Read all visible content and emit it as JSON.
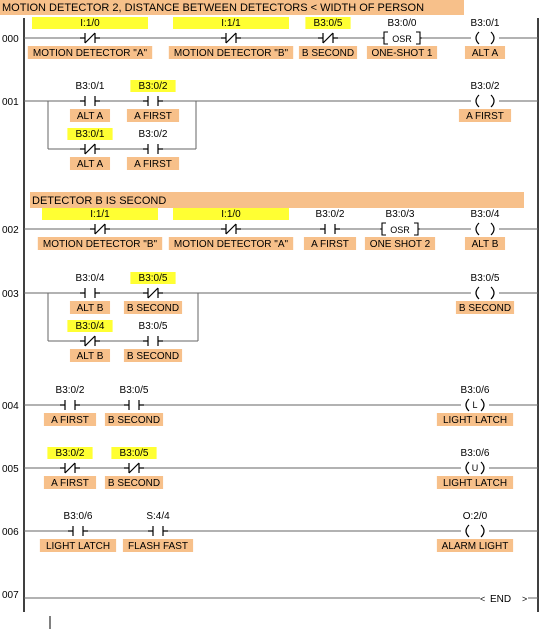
{
  "title": "MOTION DETECTOR 2,  DISTANCE BETWEEN DETECTORS < WIDTH OF PERSON",
  "section_b": "DETECTOR B IS SECOND",
  "end": "END",
  "osr": "OSR",
  "colors": {
    "label_bg": "#f7c08a",
    "address_highlight": "#ffff33",
    "rail": "#000000",
    "rung_line": "#666666"
  },
  "rungs": [
    {
      "num": "000",
      "elements": [
        {
          "type": "nc",
          "addr": "I:1/0",
          "label": "MOTION DETECTOR \"A\"",
          "hl": true
        },
        {
          "type": "nc",
          "addr": "I:1/1",
          "label": "MOTION DETECTOR \"B\"",
          "hl": true
        },
        {
          "type": "nc",
          "addr": "B3:0/5",
          "label": "B SECOND",
          "hl": true
        },
        {
          "type": "osr",
          "addr": "B3:0/0",
          "label": "ONE-SHOT 1",
          "hl": false
        },
        {
          "type": "coil",
          "addr": "B3:0/1",
          "label": "ALT A",
          "hl": false
        }
      ]
    },
    {
      "num": "001",
      "elements": [
        {
          "type": "no",
          "addr": "B3:0/1",
          "label": "ALT A",
          "hl": false
        },
        {
          "type": "no",
          "addr": "B3:0/2",
          "label": "A FIRST",
          "hl": true
        },
        {
          "type": "nc",
          "addr": "B3:0/1",
          "label": "ALT A",
          "hl": true,
          "branch": true
        },
        {
          "type": "no",
          "addr": "B3:0/2",
          "label": "A FIRST",
          "hl": false,
          "branch": true
        },
        {
          "type": "coil",
          "addr": "B3:0/2",
          "label": "A FIRST",
          "hl": false
        }
      ]
    },
    {
      "num": "002",
      "elements": [
        {
          "type": "nc",
          "addr": "I:1/1",
          "label": "MOTION DETECTOR \"B\"",
          "hl": true
        },
        {
          "type": "nc",
          "addr": "I:1/0",
          "label": "MOTION DETECTOR \"A\"",
          "hl": true
        },
        {
          "type": "no",
          "addr": "B3:0/2",
          "label": "A FIRST",
          "hl": false
        },
        {
          "type": "osr",
          "addr": "B3:0/3",
          "label": "ONE SHOT 2",
          "hl": false
        },
        {
          "type": "coil",
          "addr": "B3:0/4",
          "label": "ALT B",
          "hl": false
        }
      ]
    },
    {
      "num": "003",
      "elements": [
        {
          "type": "no",
          "addr": "B3:0/4",
          "label": "ALT B",
          "hl": false
        },
        {
          "type": "nc",
          "addr": "B3:0/5",
          "label": "B SECOND",
          "hl": true
        },
        {
          "type": "nc",
          "addr": "B3:0/4",
          "label": "ALT B",
          "hl": true,
          "branch": true
        },
        {
          "type": "no",
          "addr": "B3:0/5",
          "label": "B SECOND",
          "hl": false,
          "branch": true
        },
        {
          "type": "coil",
          "addr": "B3:0/5",
          "label": "B SECOND",
          "hl": false
        }
      ]
    },
    {
      "num": "004",
      "elements": [
        {
          "type": "no",
          "addr": "B3:0/2",
          "label": "A FIRST",
          "hl": false
        },
        {
          "type": "no",
          "addr": "B3:0/5",
          "label": "B SECOND",
          "hl": false
        },
        {
          "type": "latch",
          "addr": "B3:0/6",
          "label": "LIGHT LATCH",
          "hl": false,
          "letter": "L"
        }
      ]
    },
    {
      "num": "005",
      "elements": [
        {
          "type": "nc",
          "addr": "B3:0/2",
          "label": "A FIRST",
          "hl": true
        },
        {
          "type": "nc",
          "addr": "B3:0/5",
          "label": "B SECOND",
          "hl": true
        },
        {
          "type": "latch",
          "addr": "B3:0/6",
          "label": "LIGHT LATCH",
          "hl": false,
          "letter": "U"
        }
      ]
    },
    {
      "num": "006",
      "elements": [
        {
          "type": "no",
          "addr": "B3:0/6",
          "label": "LIGHT LATCH",
          "hl": false
        },
        {
          "type": "no",
          "addr": "S:4/4",
          "label": "FLASH FAST",
          "hl": false
        },
        {
          "type": "coil",
          "addr": "O:2/0",
          "label": "ALARM LIGHT",
          "hl": false
        }
      ]
    },
    {
      "num": "007",
      "elements": []
    }
  ]
}
